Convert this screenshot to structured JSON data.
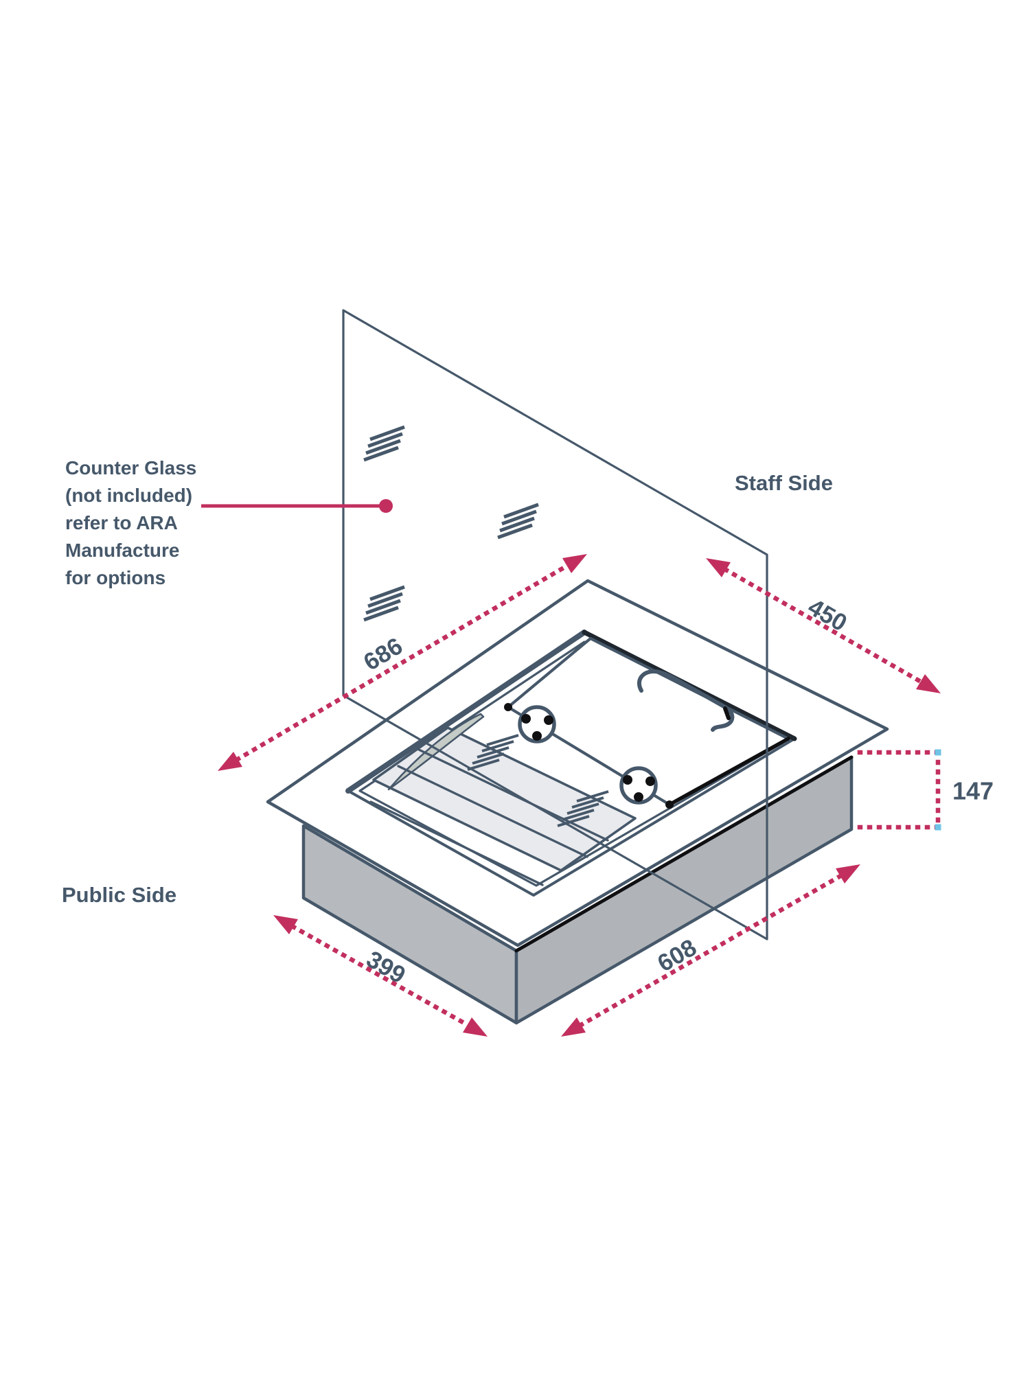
{
  "annotation": {
    "text": "Counter Glass\n(not included)\nrefer to ARA\nManufacture\nfor options"
  },
  "labels": {
    "staff_side": "Staff Side",
    "public_side": "Public Side"
  },
  "dimensions": {
    "glass_opening_width": "686",
    "counter_depth": "450",
    "public_width": "399",
    "counter_length": "608",
    "box_height": "147"
  },
  "colors": {
    "line": "#46586a",
    "accent": "#c22f5e",
    "black_accent": "#101012",
    "box_side_left": "#b6babe",
    "box_side_right": "#b0b4b8",
    "tray_floor": "#e9eaee",
    "scoop": "#c5cbc6",
    "tick_blue": "#6fc4e6",
    "background": "#ffffff"
  }
}
